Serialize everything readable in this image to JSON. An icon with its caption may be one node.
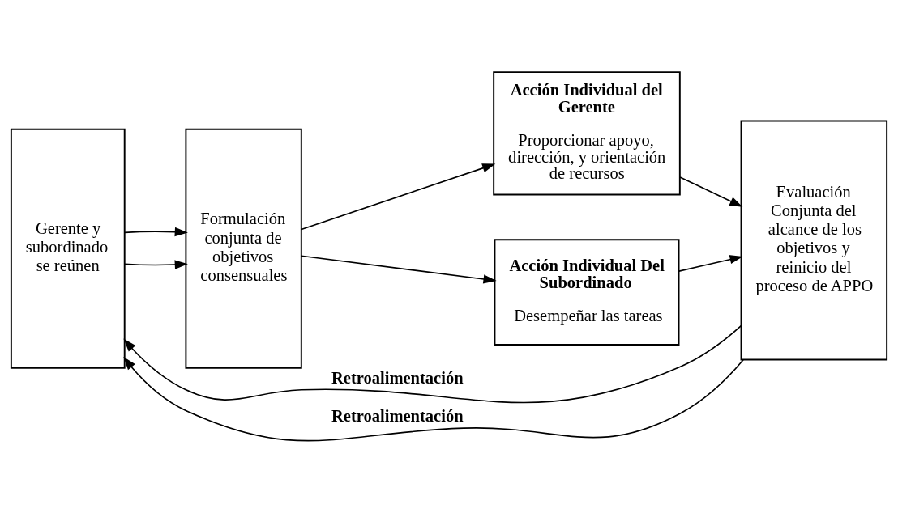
{
  "diagram": {
    "nodes": [
      {
        "text": [
          "Gerente y subordinado se reúnen"
        ]
      },
      {
        "text": [
          "Formulación conjunta de objetivos consensuales"
        ]
      },
      {
        "text": [
          "Acción Individual del Gerente",
          "Proporcionar apoyo, dirección, y orientación de recursos"
        ]
      },
      {
        "text": [
          "Acción Individual Del Subordinado",
          "Desempeñar las tareas"
        ]
      },
      {
        "text": [
          "Evaluación Conjunta del alcance de los objetivos y reinicio del proceso de APPO"
        ]
      }
    ],
    "edges": [
      {
        "from": 0,
        "to": 1,
        "arrow": "to"
      },
      {
        "from": 0,
        "to": 1,
        "arrow": "to"
      },
      {
        "from": 1,
        "to": 2,
        "arrow": "to"
      },
      {
        "from": 1,
        "to": 3,
        "arrow": "to"
      },
      {
        "from": 2,
        "to": 4,
        "arrow": "to"
      },
      {
        "from": 3,
        "to": 4,
        "arrow": "to"
      },
      {
        "from": 4,
        "to": 0,
        "arrow": "to",
        "label": "Retroalimentación"
      },
      {
        "from": 4,
        "to": 0,
        "arrow": "to",
        "label": "Retroalimentación"
      }
    ]
  }
}
